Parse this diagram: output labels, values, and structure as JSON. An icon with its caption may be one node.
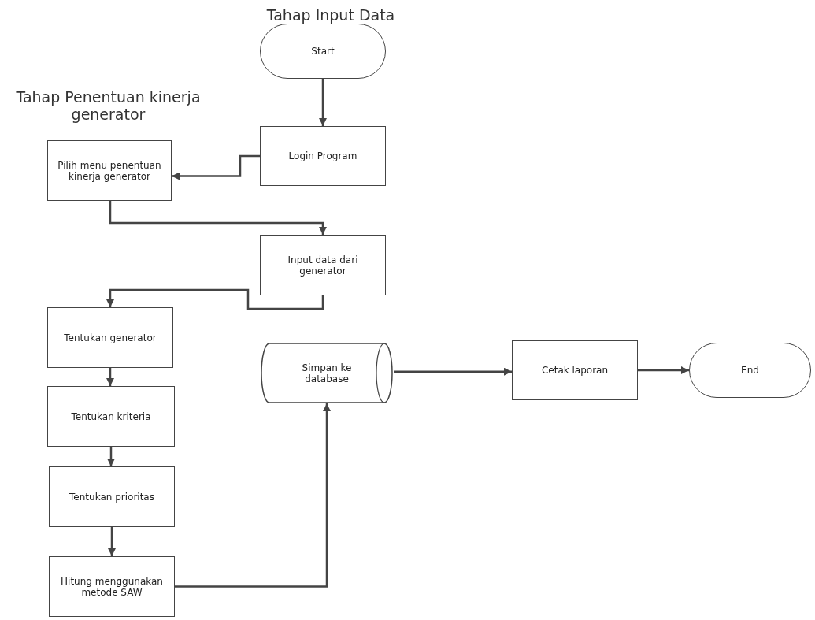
{
  "diagram": {
    "nodes": [
      {
        "text": [
          "Start"
        ]
      },
      {
        "text": [
          "Login Program"
        ]
      },
      {
        "text": [
          "Pilih menu penentuan kinerja generator"
        ]
      },
      {
        "text": [
          "Input data dari generator"
        ]
      },
      {
        "text": [
          "Tentukan generator"
        ]
      },
      {
        "text": [
          "Tentukan kriteria"
        ]
      },
      {
        "text": [
          "Tentukan prioritas"
        ]
      },
      {
        "text": [
          "Hitung menggunakan metode SAW"
        ]
      },
      {
        "text": [
          "Simpan ke database"
        ]
      },
      {
        "text": [
          "Cetak laporan"
        ]
      },
      {
        "text": [
          "End"
        ]
      }
    ],
    "edges": [
      {
        "from": 0,
        "to": 1,
        "arrow": "to"
      },
      {
        "from": 1,
        "to": 2,
        "arrow": "to"
      },
      {
        "from": 2,
        "to": 3,
        "arrow": "to"
      },
      {
        "from": 3,
        "to": 4,
        "arrow": "to"
      },
      {
        "from": 4,
        "to": 5,
        "arrow": "to"
      },
      {
        "from": 5,
        "to": 6,
        "arrow": "to"
      },
      {
        "from": 6,
        "to": 7,
        "arrow": "to"
      },
      {
        "from": 7,
        "to": 8,
        "arrow": "to"
      },
      {
        "from": 8,
        "to": 9,
        "arrow": "to"
      },
      {
        "from": 9,
        "to": 10,
        "arrow": "to"
      }
    ],
    "labels": [
      "Tahap Input Data",
      "Tahap Penentuan kinerja generator"
    ]
  }
}
